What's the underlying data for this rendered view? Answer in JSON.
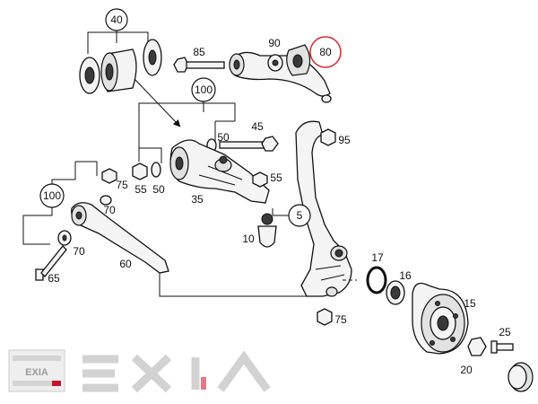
{
  "callouts": {
    "c40": "40",
    "c85": "85",
    "c90": "90",
    "c80": "80",
    "c100a": "100",
    "c45": "45",
    "c50a": "50",
    "c95": "95",
    "c75a": "75",
    "c70a": "70",
    "c55a": "55",
    "c50b": "50",
    "c55b": "55",
    "c35": "35",
    "c100b": "100",
    "c5": "5",
    "c10": "10",
    "c70b": "70",
    "c60": "60",
    "c65": "65",
    "c17": "17",
    "c16": "16",
    "c15": "15",
    "c75b": "75",
    "c25": "25",
    "c20": "20"
  },
  "highlight": {
    "part": "80",
    "color": "#d9262b"
  },
  "logo": {
    "text": "EXIA",
    "badge_text": "EXIA",
    "accent_color": "#c8102e"
  }
}
